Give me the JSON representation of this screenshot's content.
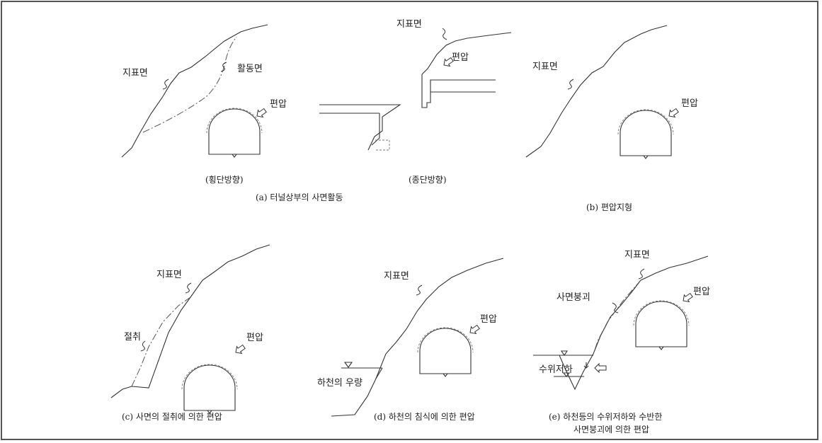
{
  "labels": {
    "ground_surface": "지표면",
    "sliding_surface": "활동면",
    "uneven_pressure": "편압",
    "cutting": "절취",
    "slope_collapse": "사면붕괴",
    "river_stream": "하천의 우량",
    "water_level_drop": "수위저하"
  },
  "captions": {
    "a_cross": "(횡단방향)",
    "a_long": "(종단방향)",
    "a": "(a) 터널상부의 사면활동",
    "b": "(b) 편압지형",
    "c": "(c) 사면의 절취에 의한 편압",
    "d": "(d) 하천의 침식에 의한 편압",
    "e_line1": "(e) 하천등의 수위저하와 수반한",
    "e_line2": "사면붕괴에 의한 편압"
  }
}
